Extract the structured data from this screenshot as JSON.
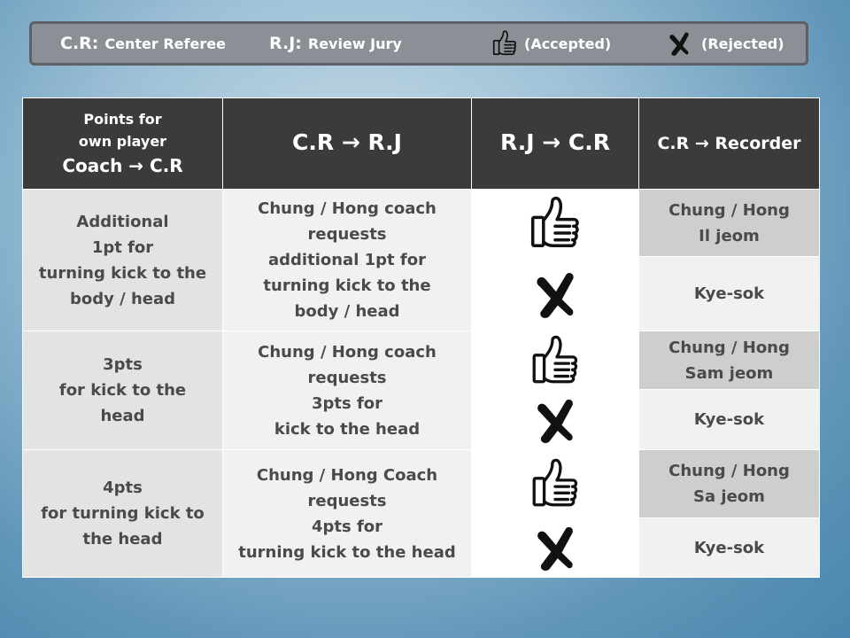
{
  "legend": {
    "cr_abbr": "C.R:",
    "cr_desc": "Center Referee",
    "rj_abbr": "R.J:",
    "rj_desc": "Review Jury",
    "accepted": "(Accepted)",
    "rejected": "(Rejected)",
    "accepted_icon": "thumbs-up-icon",
    "rejected_icon": "cross-mark-icon"
  },
  "header": {
    "col1_line1": "Points for",
    "col1_line2": "own player",
    "col1_line3": "Coach → C.R",
    "col2": "C.R → R.J",
    "col3": "R.J → C.R",
    "col4": "C.R → Recorder"
  },
  "rows": [
    {
      "points": [
        "Additional",
        "1pt for",
        "turning kick to the",
        "body / head"
      ],
      "request": [
        "Chung / Hong coach",
        "requests",
        "additional 1pt for",
        "turning kick to the",
        "body / head"
      ],
      "accepted_result": [
        "Chung / Hong",
        "Il jeom"
      ],
      "rejected_result": "Kye-sok"
    },
    {
      "points": [
        "3pts",
        "for kick to the",
        "head"
      ],
      "request": [
        "Chung / Hong coach",
        "requests",
        "3pts for",
        "kick to the head"
      ],
      "accepted_result": [
        "Chung / Hong",
        "Sam jeom"
      ],
      "rejected_result": "Kye-sok"
    },
    {
      "points": [
        "4pts",
        "for turning kick to",
        "the head"
      ],
      "request": [
        "Chung / Hong Coach",
        "requests",
        "4pts for",
        "turning kick to the head"
      ],
      "accepted_result": [
        "Chung / Hong",
        "Sa jeom"
      ],
      "rejected_result": "Kye-sok"
    }
  ],
  "colors": {
    "header_bg": "#3b3b3b",
    "legend_bg": "#8a9096",
    "cell_dark": "#cecece",
    "cell_mid": "#e3e3e3",
    "cell_light": "#f1f1f1"
  }
}
